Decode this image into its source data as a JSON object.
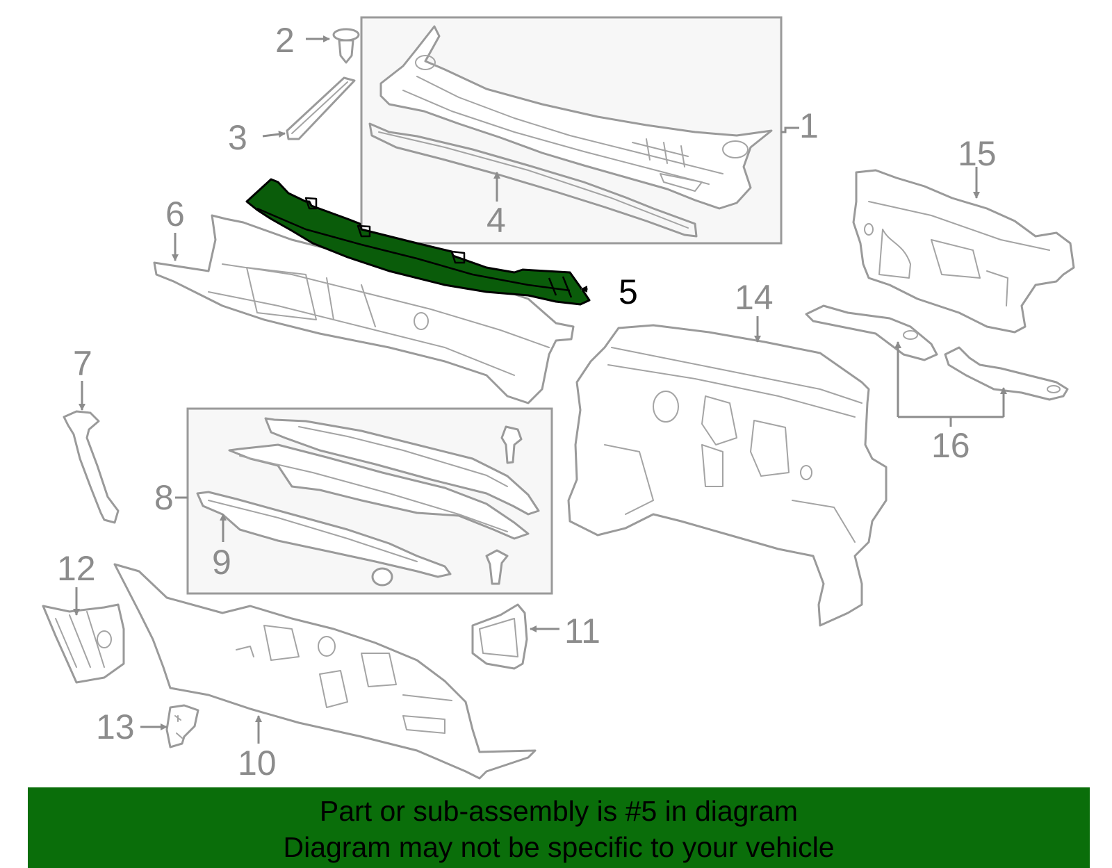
{
  "callouts": {
    "c1": "1",
    "c2": "2",
    "c3": "3",
    "c4": "4",
    "c5": "5",
    "c6": "6",
    "c7": "7",
    "c8": "8",
    "c9": "9",
    "c10": "10",
    "c11": "11",
    "c12": "12",
    "c13": "13",
    "c14": "14",
    "c15": "15",
    "c16": "16"
  },
  "highlighted_part": "5",
  "colors": {
    "highlight": "#0a5c0a",
    "banner": "#0a6e0a",
    "outline": "#9a9a9a"
  },
  "banner": {
    "line1": "Part or sub-assembly is #5 in diagram",
    "line2": "Diagram may not be specific to your vehicle"
  }
}
